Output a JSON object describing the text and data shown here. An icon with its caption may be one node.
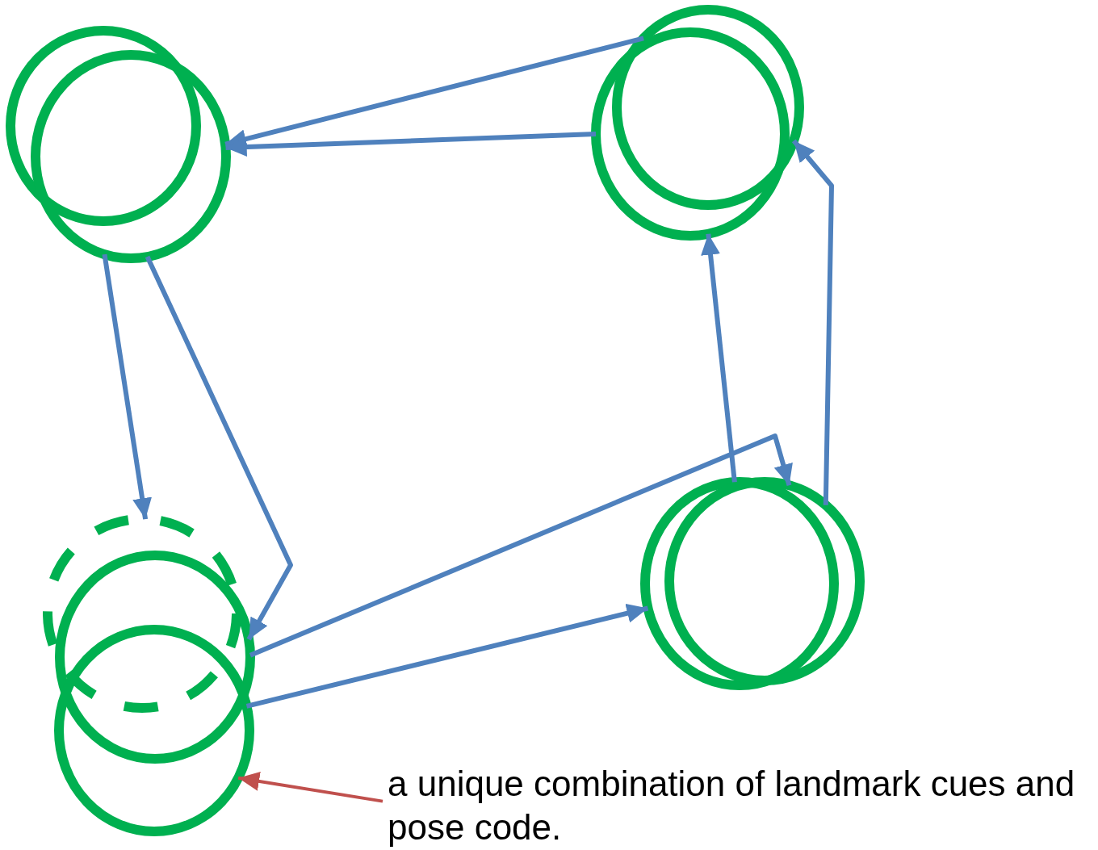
{
  "diagram": {
    "nodes": [
      {
        "text": [],
        "shape": "circle"
      },
      {
        "text": [],
        "shape": "circle"
      },
      {
        "text": [],
        "shape": "circle"
      },
      {
        "text": [],
        "shape": "circle"
      },
      {
        "text": [],
        "shape": "circle"
      },
      {
        "text": [],
        "shape": "circle"
      },
      {
        "text": [],
        "shape": "circle"
      },
      {
        "text": [],
        "shape": "circle"
      },
      {
        "text": [],
        "shape": "circle"
      },
      {
        "text": [
          "a unique combination of landmark cues and pose code."
        ]
      }
    ],
    "edges": [
      {
        "from": 3,
        "to": 1,
        "arrow": "to"
      },
      {
        "from": 2,
        "to": 1,
        "arrow": "to"
      },
      {
        "from": 1,
        "to": 4,
        "arrow": "to"
      },
      {
        "from": 1,
        "to": 5,
        "arrow": "to"
      },
      {
        "from": 5,
        "to": 8,
        "arrow": "to"
      },
      {
        "from": 6,
        "to": 7,
        "arrow": "to"
      },
      {
        "from": 7,
        "to": 2,
        "arrow": "to"
      },
      {
        "from": 8,
        "to": 3,
        "arrow": "to"
      },
      {
        "from": 9,
        "to": 6,
        "arrow": "to",
        "color": "#c0504d"
      }
    ]
  }
}
